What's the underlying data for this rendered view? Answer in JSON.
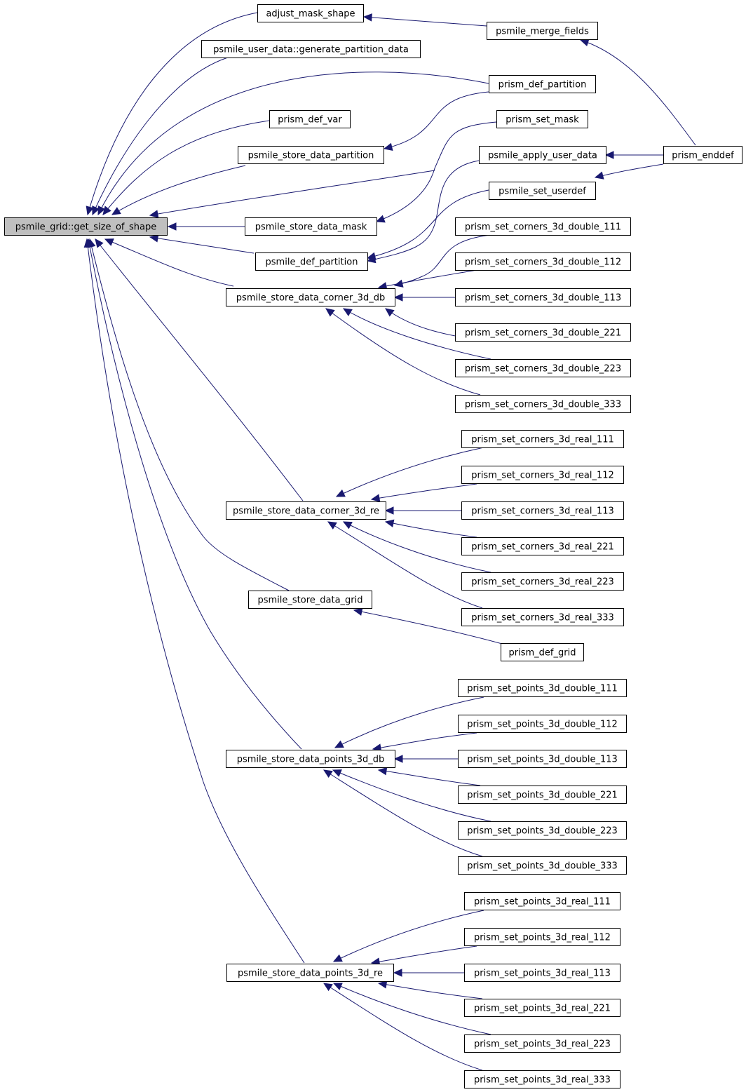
{
  "graph": {
    "root": "psmile_grid::get_size_of_shape",
    "edge_color": "#191970",
    "root_fill": "#bfbfbf",
    "nodes": [
      {
        "id": "root",
        "label": "psmile_grid::get_size_of_shape"
      },
      {
        "id": "adjust_mask_shape",
        "label": "adjust_mask_shape"
      },
      {
        "id": "gen_part",
        "label": "psmile_user_data::generate_partition_data"
      },
      {
        "id": "prism_def_var",
        "label": "prism_def_var"
      },
      {
        "id": "store_partition",
        "label": "psmile_store_data_partition"
      },
      {
        "id": "store_mask",
        "label": "psmile_store_data_mask"
      },
      {
        "id": "def_partition",
        "label": "psmile_def_partition"
      },
      {
        "id": "corner_db",
        "label": "psmile_store_data_corner_3d_db"
      },
      {
        "id": "corner_re",
        "label": "psmile_store_data_corner_3d_re"
      },
      {
        "id": "store_grid",
        "label": "psmile_store_data_grid"
      },
      {
        "id": "points_db",
        "label": "psmile_store_data_points_3d_db"
      },
      {
        "id": "points_re",
        "label": "psmile_store_data_points_3d_re"
      },
      {
        "id": "merge_fields",
        "label": "psmile_merge_fields"
      },
      {
        "id": "prism_def_partition",
        "label": "prism_def_partition"
      },
      {
        "id": "prism_set_mask",
        "label": "prism_set_mask"
      },
      {
        "id": "apply_user_data",
        "label": "psmile_apply_user_data"
      },
      {
        "id": "set_userdef",
        "label": "psmile_set_userdef"
      },
      {
        "id": "prism_enddef",
        "label": "prism_enddef"
      },
      {
        "id": "cd111",
        "label": "prism_set_corners_3d_double_111"
      },
      {
        "id": "cd112",
        "label": "prism_set_corners_3d_double_112"
      },
      {
        "id": "cd113",
        "label": "prism_set_corners_3d_double_113"
      },
      {
        "id": "cd221",
        "label": "prism_set_corners_3d_double_221"
      },
      {
        "id": "cd223",
        "label": "prism_set_corners_3d_double_223"
      },
      {
        "id": "cd333",
        "label": "prism_set_corners_3d_double_333"
      },
      {
        "id": "cr111",
        "label": "prism_set_corners_3d_real_111"
      },
      {
        "id": "cr112",
        "label": "prism_set_corners_3d_real_112"
      },
      {
        "id": "cr113",
        "label": "prism_set_corners_3d_real_113"
      },
      {
        "id": "cr221",
        "label": "prism_set_corners_3d_real_221"
      },
      {
        "id": "cr223",
        "label": "prism_set_corners_3d_real_223"
      },
      {
        "id": "cr333",
        "label": "prism_set_corners_3d_real_333"
      },
      {
        "id": "prism_def_grid",
        "label": "prism_def_grid"
      },
      {
        "id": "pd111",
        "label": "prism_set_points_3d_double_111"
      },
      {
        "id": "pd112",
        "label": "prism_set_points_3d_double_112"
      },
      {
        "id": "pd113",
        "label": "prism_set_points_3d_double_113"
      },
      {
        "id": "pd221",
        "label": "prism_set_points_3d_double_221"
      },
      {
        "id": "pd223",
        "label": "prism_set_points_3d_double_223"
      },
      {
        "id": "pd333",
        "label": "prism_set_points_3d_double_333"
      },
      {
        "id": "pr111",
        "label": "prism_set_points_3d_real_111"
      },
      {
        "id": "pr112",
        "label": "prism_set_points_3d_real_112"
      },
      {
        "id": "pr113",
        "label": "prism_set_points_3d_real_113"
      },
      {
        "id": "pr221",
        "label": "prism_set_points_3d_real_221"
      },
      {
        "id": "pr223",
        "label": "prism_set_points_3d_real_223"
      },
      {
        "id": "pr333",
        "label": "prism_set_points_3d_real_333"
      }
    ]
  }
}
